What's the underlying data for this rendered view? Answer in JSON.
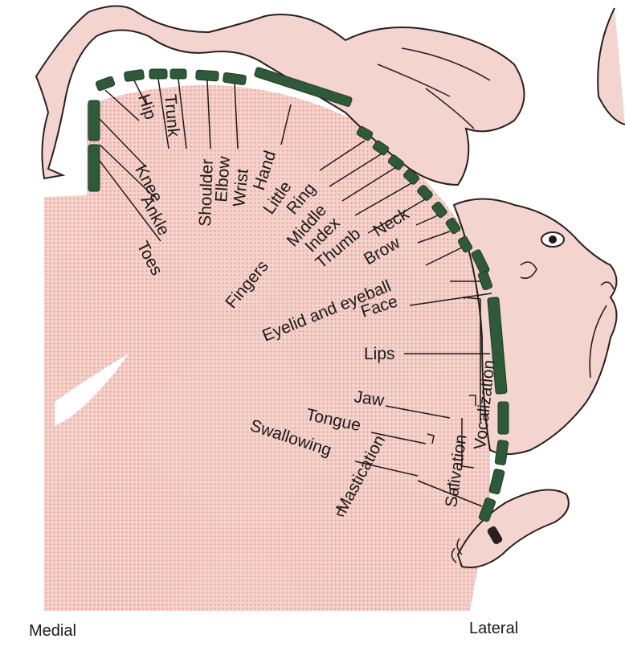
{
  "colors": {
    "tissue": "#f2c8c0",
    "tissue_dots": "#e4a7a0",
    "band": "#2f5a3a",
    "ink": "#1f1a1a"
  },
  "orientation": {
    "medial": "Medial",
    "lateral": "Lateral"
  },
  "body_parts": {
    "hip": "Hip",
    "trunk": "Trunk",
    "shoulder": "Shoulder",
    "elbow": "Elbow",
    "wrist": "Wrist",
    "hand": "Hand",
    "knee": "Knee",
    "ankle": "Ankle",
    "toes": "Toes",
    "little": "Little",
    "ring": "Ring",
    "middle": "Middle",
    "index": "Index",
    "thumb": "Thumb",
    "fingers": "Fingers",
    "neck": "Neck",
    "brow": "Brow",
    "eyelid": "Eyelid and eyeball",
    "face": "Face",
    "lips": "Lips",
    "jaw": "Jaw",
    "tongue": "Tongue",
    "swallowing": "Swallowing"
  },
  "functions": {
    "vocalization": "Vocalization",
    "salivation": "Salivation",
    "mastication": "Mastication"
  }
}
